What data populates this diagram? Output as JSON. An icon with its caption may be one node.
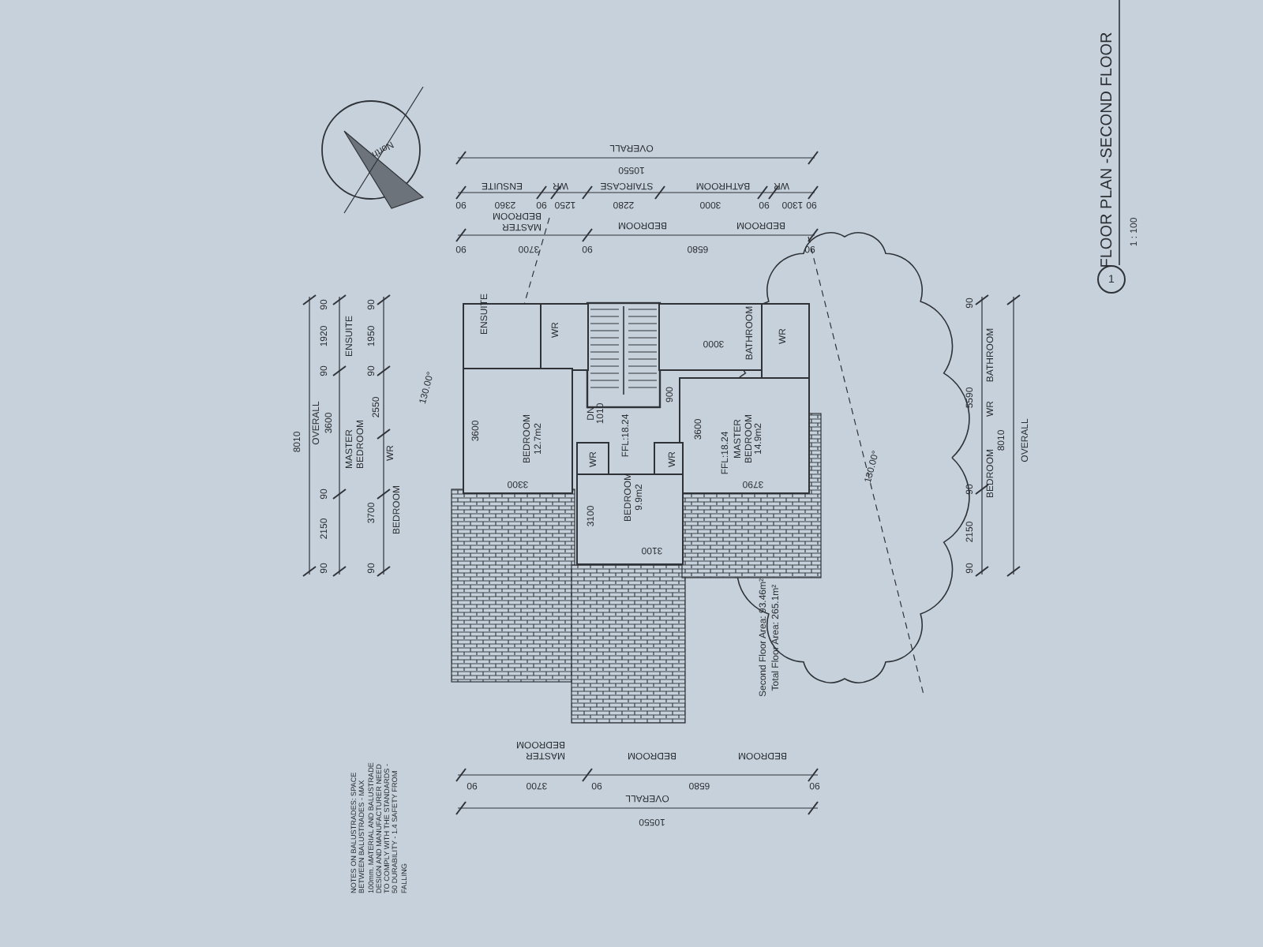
{
  "diagram": {
    "title": "FLOOR PLAN -SECOND FLOOR",
    "nodes": [
      {
        "text": [
          "ENSUITE"
        ]
      },
      {
        "text": [
          "WR"
        ]
      },
      {
        "text": [
          "BEDROOM 12.7m2"
        ]
      },
      {
        "text": [
          "BATHROOM"
        ]
      },
      {
        "text": [
          "WR"
        ]
      },
      {
        "text": [
          "MASTER BEDROOM 14.9m2"
        ]
      },
      {
        "text": [
          "WR"
        ]
      },
      {
        "text": [
          "WR"
        ]
      },
      {
        "text": [
          "BEDROOM 9.9m2"
        ]
      },
      {
        "text": [
          "1"
        ]
      }
    ],
    "labels": [
      "North",
      "OVERALL",
      "10550",
      "ENSUITE",
      "WR",
      "STAIRCASE",
      "BATHROOM",
      "WR",
      "90",
      "2360",
      "90",
      "1250",
      "2280",
      "3000",
      "90",
      "1300",
      "90",
      "MASTER BEDROOM",
      "BEDROOM",
      "BEDROOM",
      "90",
      "3700",
      "90",
      "6580",
      "90",
      "8010",
      "90",
      "1920",
      "90",
      "OVERALL",
      "3600",
      "90",
      "2150",
      "90",
      "ENSUITE",
      "MASTER BEDROOM",
      "BEDROOM",
      "90",
      "1950",
      "90",
      "2550",
      "WR",
      "3700",
      "90",
      "130.00°",
      "3600",
      "3300",
      "DN",
      "1010",
      "FFL:18.24",
      "900",
      "3000",
      "3600",
      "FFL:18.24",
      "3790",
      "3100",
      "3100",
      "90",
      "BATHROOM",
      "5590",
      "WR",
      "8010",
      "OVERALL",
      "BEDROOM",
      "90",
      "2150",
      "90",
      "130.00°",
      "MASTER BEDROOM",
      "BEDROOM",
      "BEDROOM",
      "90",
      "3700",
      "90",
      "6580",
      "90",
      "OVERALL",
      "10550",
      "NOTES ON BALUSTRADES: SPACE BETWEEN BALUSTRADES - MAX 100mm. MATERIAL AND BALUSTRADE DESIGN AND MANUFACTURER NEED TO COMPLY WITH THE STANDARDS - 50 DURABILITY - 1.4 SAFETY FROM FALLING",
      "Second Floor Area: 93.46m²",
      "Total Floor Area: 265.1m²",
      "1 : 100"
    ]
  }
}
